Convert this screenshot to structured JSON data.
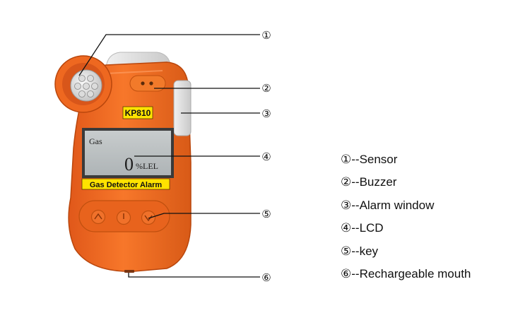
{
  "device": {
    "model": "KP810",
    "banner": "Gas Detector Alarm",
    "lcd_label": "Gas",
    "lcd_value": "0",
    "lcd_unit": "%LEL"
  },
  "callouts": [
    "①",
    "②",
    "③",
    "④",
    "⑤",
    "⑥"
  ],
  "legend": [
    "①--Sensor",
    "②--Buzzer",
    "③--Alarm window",
    "④--LCD",
    "⑤--key",
    "⑥--Rechargeable mouth"
  ],
  "colors": {
    "body": "#f26b1d",
    "body_dark": "#c94e10",
    "lcd": "#bcc1c3",
    "label_yellow": "#ffe300"
  }
}
